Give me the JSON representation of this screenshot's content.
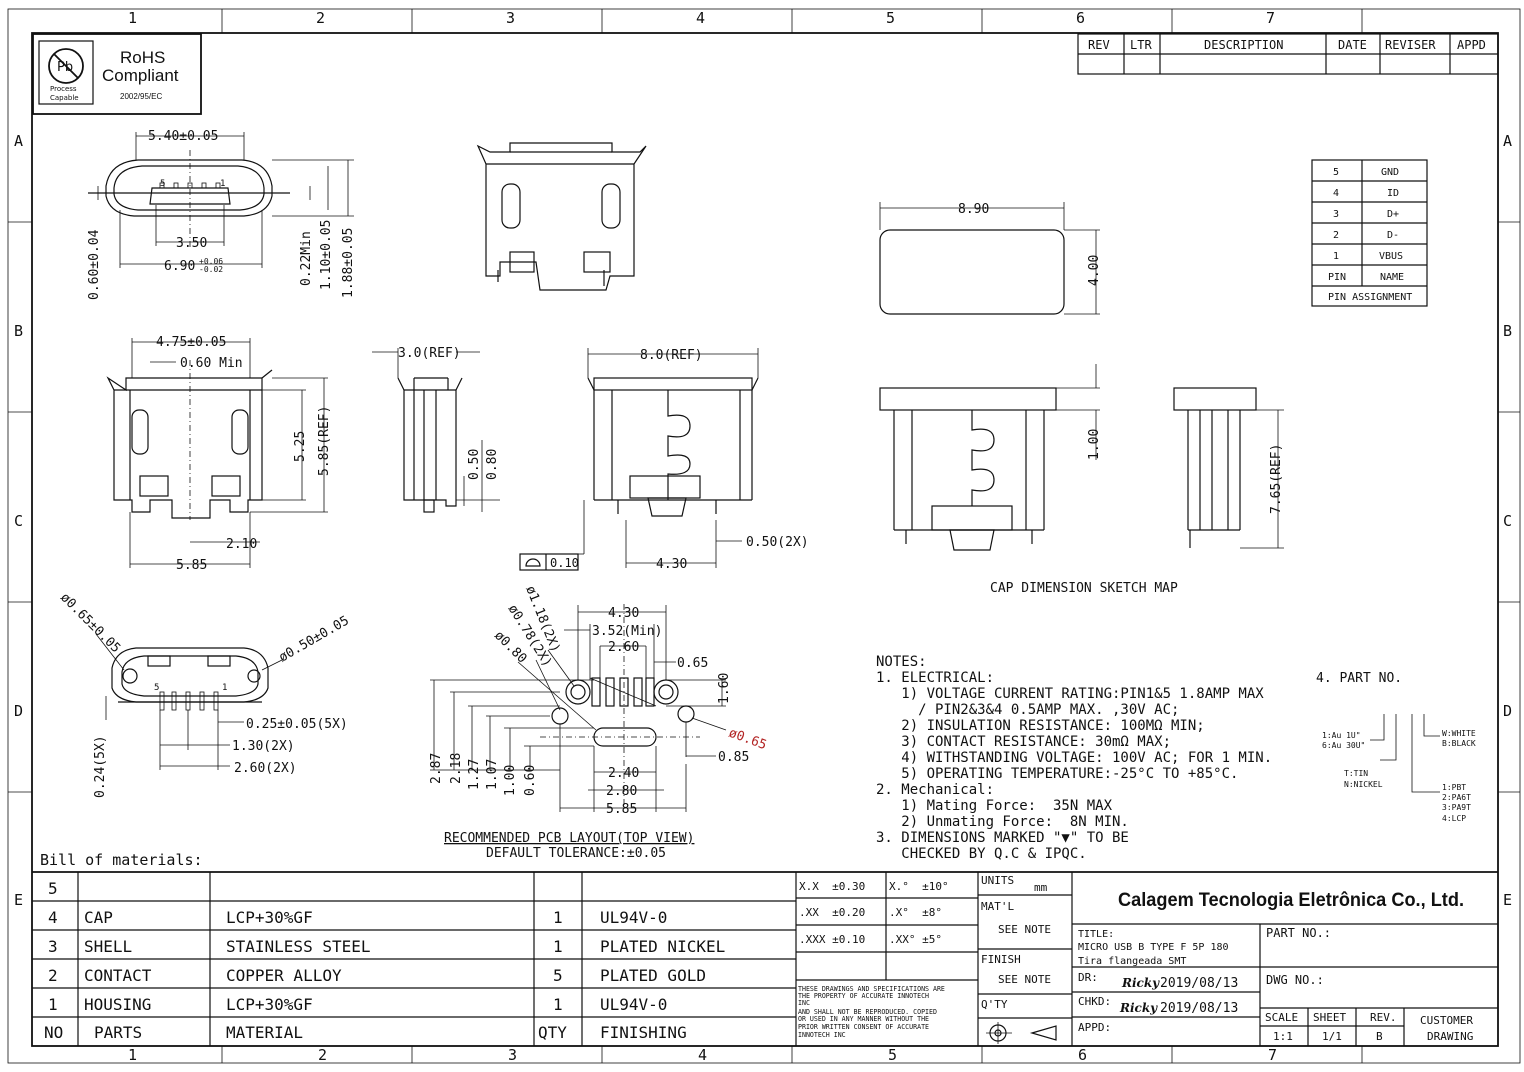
{
  "border": {
    "col_labels": [
      "1",
      "2",
      "3",
      "4",
      "5",
      "6",
      "7"
    ],
    "row_labels": [
      "A",
      "B",
      "C",
      "D",
      "E"
    ]
  },
  "rohs": {
    "pb_symbol": "Pb",
    "pb_caption_1": "Process",
    "pb_caption_2": "Capable",
    "title_1": "RoHS",
    "title_2": "Compliant",
    "directive": "2002/95/EC"
  },
  "revision_block": {
    "headers": [
      "REV",
      "LTR",
      "DESCRIPTION",
      "DATE",
      "REVISER",
      "APPD"
    ]
  },
  "pin_assignment": {
    "rows": [
      {
        "pin": "5",
        "name": "GND"
      },
      {
        "pin": "4",
        "name": "ID"
      },
      {
        "pin": "3",
        "name": "D+"
      },
      {
        "pin": "2",
        "name": "D-"
      },
      {
        "pin": "1",
        "name": "VBUS"
      }
    ],
    "header_pin": "PIN",
    "header_name": "NAME",
    "footer": "PIN ASSIGNMENT"
  },
  "dims": {
    "w540": "5.40±0.05",
    "w350": "3.50",
    "w690": "6.90",
    "w690_tol_plus": "+0.06",
    "w690_tol_minus": "-0.02",
    "h060": "0.60±0.04",
    "h022": "0.22Min",
    "h110": "1.10±0.05",
    "h188": "1.88±0.05",
    "pin5": "5",
    "pin1": "1",
    "w475": "4.75±0.05",
    "w060min": "0.60 Min",
    "h525": "5.25",
    "h585ref": "5.85(REF)",
    "w210": "2.10",
    "w585": "5.85",
    "w30ref": "3.0(REF)",
    "h050": "0.50",
    "h080": "0.80",
    "w80ref": "8.0(REF)",
    "w430": "4.30",
    "w050_2x": "0.50(2X)",
    "flatness": "0.10",
    "cap_w890": "8.90",
    "cap_h400": "4.00",
    "cap_h100": "1.00",
    "cap_h765": "7.65(REF)",
    "cap_title": "CAP DIMENSION SKETCH MAP",
    "d065": "ø0.65±0.05",
    "d050": "ø0.50±0.05",
    "d025": "0.25±0.05(5X)",
    "d130": "1.30(2X)",
    "d260": "2.60(2X)",
    "d024": "0.24(5X)",
    "p430": "4.30",
    "p352": "3.52(Min)",
    "p260": "2.60",
    "p065": "0.65",
    "p118": "ø1.18(2X)",
    "p078": "ø0.78(2X)",
    "p080": "ø0.80",
    "p160": "1.60",
    "p065r": "ø0.65",
    "p085": "0.85",
    "p240": "2.40",
    "p280": "2.80",
    "p585": "5.85",
    "v287": "2.87",
    "v218": "2.18",
    "v127": "1.27",
    "v107": "1.07",
    "v100": "1.00",
    "v060": "0.60",
    "pcb_title": "RECOMMENDED PCB LAYOUT(TOP VIEW)",
    "pcb_tol": "DEFAULT TOLERANCE:±0.05"
  },
  "notes": {
    "title": "NOTES:",
    "lines": [
      "1. ELECTRICAL:",
      "   1) VOLTAGE CURRENT RATING:PIN1&5 1.8AMP MAX",
      "     / PIN2&3&4 0.5AMP MAX. ,30V AC;",
      "   2) INSULATION RESISTANCE: 100MΩ MIN;",
      "   3) CONTACT RESISTANCE: 30mΩ MAX;",
      "   4) WITHSTANDING VOLTAGE: 100V AC; FOR 1 MIN.",
      "   5) OPERATING TEMPERATURE:-25°C TO +85°C.",
      "2. Mechanical:",
      "   1) Mating Force:  35N MAX",
      "   2) Unmating Force:  8N MIN.",
      "3. DIMENSIONS MARKED \"▼\" TO BE",
      "   CHECKED BY Q.C & IPQC."
    ]
  },
  "part_no": {
    "title": "4. PART NO.",
    "plating_1": "1:Au 1U\"",
    "plating_2": "6:Au 30U\"",
    "color_1": "W:WHITE",
    "color_2": "B:BLACK",
    "shell_1": "T:TIN",
    "shell_2": "N:NICKEL",
    "mat_1": "1:PBT",
    "mat_2": "2:PA6T",
    "mat_3": "3:PA9T",
    "mat_4": "4:LCP"
  },
  "bom": {
    "title": "Bill of materials:",
    "rows": [
      {
        "no": "5",
        "part": "",
        "material": "",
        "qty": "",
        "finishing": ""
      },
      {
        "no": "4",
        "part": "CAP",
        "material": "LCP+30%GF",
        "qty": "1",
        "finishing": "UL94V-0"
      },
      {
        "no": "3",
        "part": "SHELL",
        "material": "STAINLESS STEEL",
        "qty": "1",
        "finishing": "PLATED NICKEL"
      },
      {
        "no": "2",
        "part": "CONTACT",
        "material": "COPPER ALLOY",
        "qty": "5",
        "finishing": "PLATED GOLD"
      },
      {
        "no": "1",
        "part": "HOUSING",
        "material": "LCP+30%GF",
        "qty": "1",
        "finishing": "UL94V-0"
      }
    ],
    "header": {
      "no": "NO",
      "part": "PARTS",
      "material": "MATERIAL",
      "qty": "QTY",
      "finishing": "FINISHING"
    }
  },
  "tolerances": [
    {
      "lin": "X.X  ±0.30",
      "ang": "X.°  ±10°"
    },
    {
      "lin": ".XX  ±0.20",
      "ang": ".X°  ±8°"
    },
    {
      "lin": ".XXX ±0.10",
      "ang": ".XX° ±5°"
    }
  ],
  "disclaimer": [
    "THESE DRAWINGS AND SPECIFICATIONS ARE",
    "THE PROPERTY OF ACCURATE INNOTECH",
    "INC",
    "AND SHALL NOT BE REPRODUCED. COPIED",
    "OR USED IN ANY MANNER WITHOUT THE",
    "PRIOR WRITTEN CONSENT OF  ACCURATE",
    "INNOTECH INC"
  ],
  "title_block": {
    "units_label": "UNITS",
    "units_value": "mm",
    "matl_label": "MAT'L",
    "matl_value": "SEE NOTE",
    "finish_label": "FINISH",
    "finish_value": "SEE NOTE",
    "qty_label": "Q'TY",
    "company": "Calagem Tecnologia Eletrônica Co., Ltd.",
    "title_label": "TITLE:",
    "title_line1": "MICRO USB B TYPE F 5P 180",
    "title_line2": "Tira flangeada SMT",
    "part_no_label": "PART NO.:",
    "dr_label": "DR:",
    "dr_name": "Ricky",
    "dr_date": "2019/08/13",
    "dwg_label": "DWG NO.:",
    "chkd_label": "CHKD:",
    "chkd_name": "Ricky",
    "chkd_date": "2019/08/13",
    "appd_label": "APPD:",
    "scale_label": "SCALE",
    "scale_value": "1:1",
    "sheet_label": "SHEET",
    "sheet_value": "1/1",
    "rev_label": "REV.",
    "rev_value": "B",
    "customer_1": "CUSTOMER",
    "customer_2": "DRAWING"
  }
}
